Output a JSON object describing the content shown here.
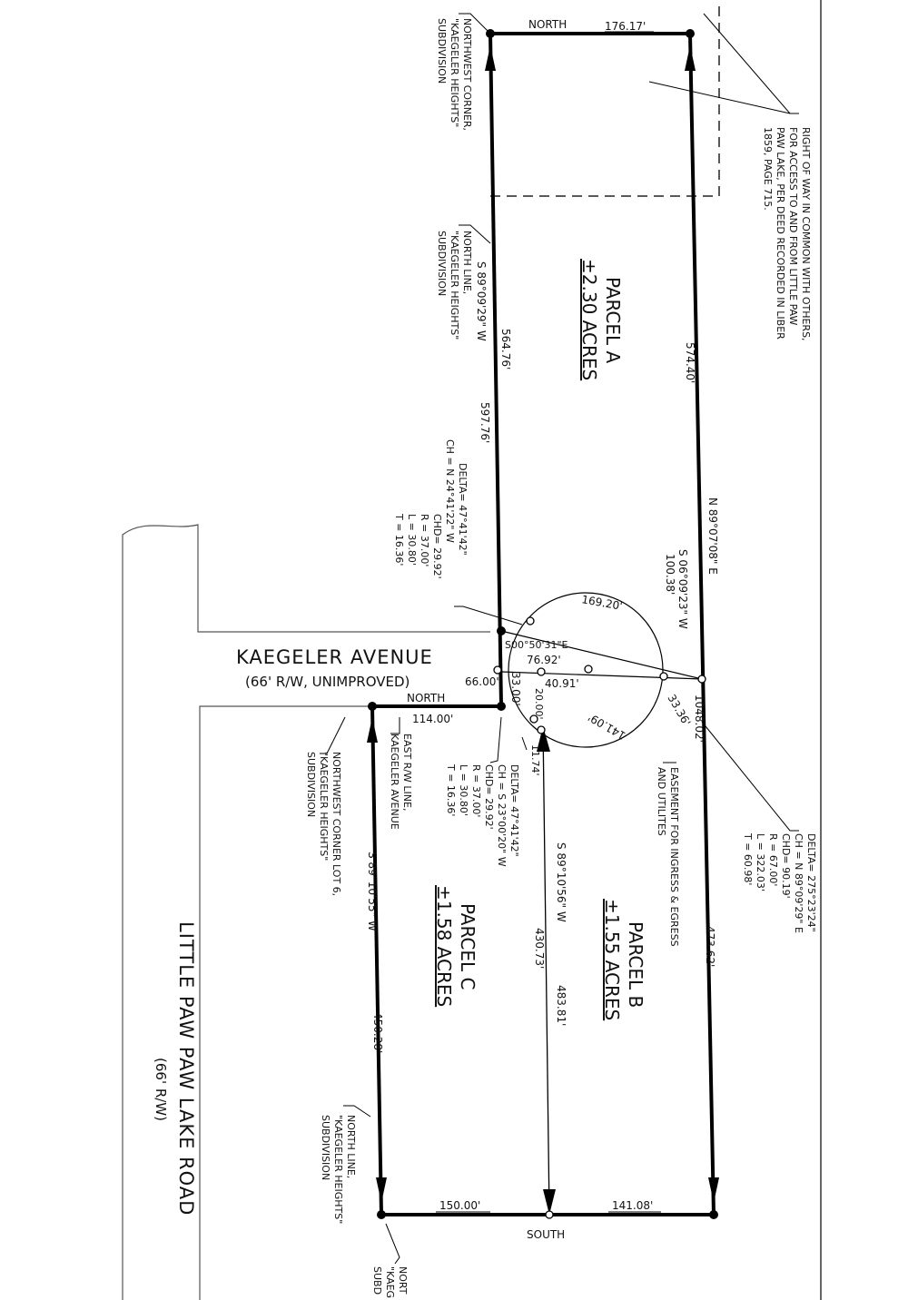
{
  "parcels": {
    "a": {
      "name": "PARCEL A",
      "area": "±2.30 ACRES"
    },
    "b": {
      "name": "PARCEL B",
      "area": "±1.55 ACRES"
    },
    "c": {
      "name": "PARCEL C",
      "area": "±1.58 ACRES"
    }
  },
  "roads": {
    "kaegeler": {
      "name": "KAEGELER AVENUE",
      "rw": "(66' R/W, UNIMPROVED)"
    },
    "little_paw": {
      "name": "LITTLE PAW PAW LAKE ROAD",
      "rw": "(66' R/W)"
    }
  },
  "labels": {
    "north_top": "NORTH",
    "north_mid": "NORTH",
    "south": "SOUTH",
    "row_note": [
      "RIGHT OF WAY IN COMMON WITH OTHERS,",
      "FOR ACCESS TO AND FROM LITTLE PAW",
      "PAW LAKE, PER DEED RECORDED IN LIBER",
      "1859, PAGE 715."
    ],
    "nw_corner": [
      "NORTHWEST CORNER,",
      "\"KAEGELER HEIGHTS\"",
      "SUBDIVISION"
    ],
    "north_line_1": [
      "NORTH LINE,",
      "\"KAEGELER HEIGHTS\"",
      "SUBDIVISION"
    ],
    "east_rw": [
      "EAST R/W LINE,",
      "KAEGELER AVENUE"
    ],
    "nw_corner_lot6": [
      "NORTHWEST CORNER LOT 6,",
      "\"KAEGELER HEIGHTS\"",
      "SUBDIVISION"
    ],
    "north_line_2": [
      "NORTH LINE,",
      "\"KAEGELER HEIGHTS\"",
      "SUBDIVISION"
    ],
    "north_cut": [
      "NORT",
      "\"KAEG",
      "SUBD"
    ],
    "easement": [
      "EASEMENT FOR INGRESS & EGRESS",
      "AND UTILITES"
    ]
  },
  "dimensions": {
    "top_176": "176.17'",
    "d574_40": "574.40'",
    "n89_07_08": "N 89°07'08\" E",
    "s89_09_29": "S 89°09'29\" W",
    "d564_76": "564.76'",
    "d597_76": "597.76'",
    "s06_09": "S 06°09'23\" W",
    "d100_38": "100.38'",
    "d169_20": "169.20'",
    "s00_50": "S00°50'31\"E",
    "d76_92": "76.92'",
    "d40_91": "40.91'",
    "d66_00": "66.00'",
    "d33_00": "33.00'",
    "d20_00": "20.00'",
    "d33_36": "33.36'",
    "d141_09": "141.09'",
    "d1048_02": "1048.02'",
    "d114_00": "114.00'",
    "d11_74": "11.74'",
    "s89_10_56a": "S 89°10'56\" W",
    "d430_73": "430.73'",
    "d483_81": "483.81'",
    "d473_62": "473.62'",
    "s89_10_55": "S 89°10'55\" W",
    "d450_28": "450.28'",
    "d150_00": "150.00'",
    "d141_08": "141.08'"
  },
  "curves": {
    "c1": [
      "DELTA= 47°41'42\"",
      "CH = N 24°41'22\" W",
      "CHD= 29.92'",
      "R = 37.00'",
      "L = 30.80'",
      "T = 16.36'"
    ],
    "c2": [
      "DELTA= 47°41'42\"",
      "CH = S 23°00'20\" W",
      "CHD= 29.92'",
      "R = 37.00'",
      "L = 30.80'",
      "T = 16.36'"
    ],
    "c3": [
      "DELTA= 275°23'24\"",
      "CH = N 89°09'29\" E",
      "CHD= 90.19'",
      "R = 67.00'",
      "L = 322.03'",
      "T = 60.98'"
    ]
  }
}
